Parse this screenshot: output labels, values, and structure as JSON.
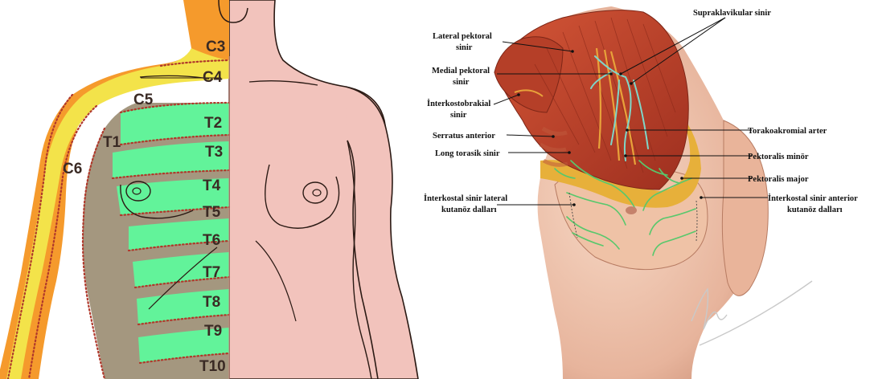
{
  "dermatomes": {
    "labels": [
      "C3",
      "C4",
      "C5",
      "C6",
      "T1",
      "T2",
      "T3",
      "T4",
      "T5",
      "T6",
      "T7",
      "T8",
      "T9",
      "T10"
    ]
  },
  "anatomy": {
    "labels": {
      "lateral_pectoral": [
        "Lateral pektoral",
        "sinir"
      ],
      "medial_pectoral": [
        "Medial pektoral",
        "sinir"
      ],
      "intercostobrachial": [
        "İnterkostobrakial",
        "sinir"
      ],
      "serratus_anterior": "Serratus anterior",
      "long_thoracic": "Long torasik sinir",
      "intercostal_lateral": [
        "İnterkostal sinir lateral",
        "kutanöz dalları"
      ],
      "supraclavicular": "Supraklavikular sinir",
      "thoracoacromial": "Torakoakromial arter",
      "pectoralis_minor": "Pektoralis minör",
      "pectoralis_major": "Pektoralis major",
      "intercostal_anterior": [
        "İnterkostal sinir anterior",
        "kutanöz dalları"
      ]
    }
  },
  "colors": {
    "orange": "#f59a2c",
    "yellow": "#f3e34a",
    "green": "#62f39a",
    "tan": "#a4977f",
    "skin": "#f2c3bc",
    "muscle": "#c0452c",
    "fat": "#e7b03a"
  }
}
